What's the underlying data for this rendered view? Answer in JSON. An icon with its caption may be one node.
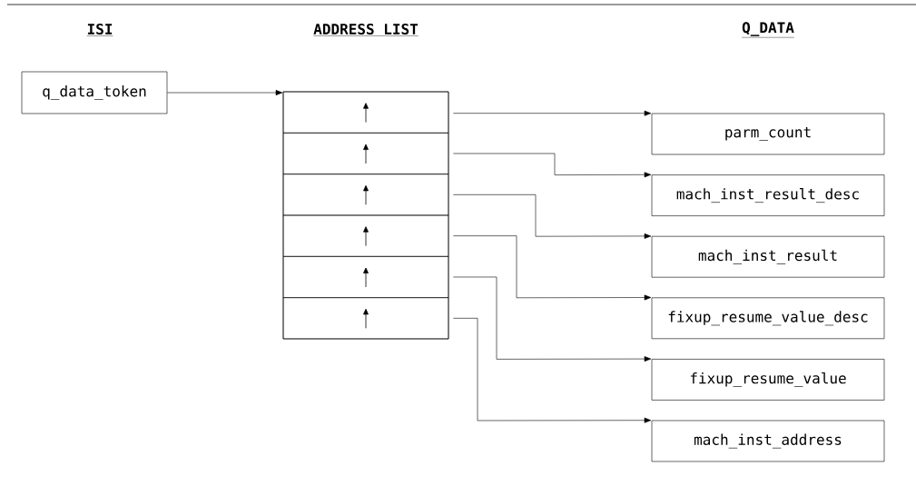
{
  "diagram": {
    "nodes": [
      {
        "text": [
          "q_data_token"
        ]
      },
      {
        "text": [],
        "shape": "box"
      },
      {
        "text": [],
        "shape": "box",
        "in": 1
      },
      {
        "text": [],
        "shape": "box",
        "in": 1
      },
      {
        "text": [],
        "shape": "box",
        "in": 1
      },
      {
        "text": [],
        "shape": "box",
        "in": 1
      },
      {
        "text": [],
        "shape": "box",
        "in": 1
      },
      {
        "text": [],
        "shape": "box",
        "in": 1
      },
      {
        "text": [
          "parm_count"
        ]
      },
      {
        "text": [
          "mach_inst_result_desc"
        ]
      },
      {
        "text": [
          "mach_inst_result"
        ]
      },
      {
        "text": [
          "fixup_resume_value_desc"
        ]
      },
      {
        "text": [
          "fixup_resume_value"
        ]
      },
      {
        "text": [
          "mach_inst_address"
        ]
      }
    ],
    "edges": [
      {
        "from": 0,
        "to": 1,
        "arrow": "to"
      },
      {
        "from": 2,
        "to": 8,
        "arrow": "to"
      },
      {
        "from": 3,
        "to": 9,
        "arrow": "to"
      },
      {
        "from": 4,
        "to": 10,
        "arrow": "to"
      },
      {
        "from": 5,
        "to": 11,
        "arrow": "to"
      },
      {
        "from": 6,
        "to": 12,
        "arrow": "to"
      },
      {
        "from": 7,
        "to": 13,
        "arrow": "to"
      }
    ],
    "labels": [
      "ISI",
      "ADDRESS LIST",
      "Q_DATA"
    ]
  }
}
